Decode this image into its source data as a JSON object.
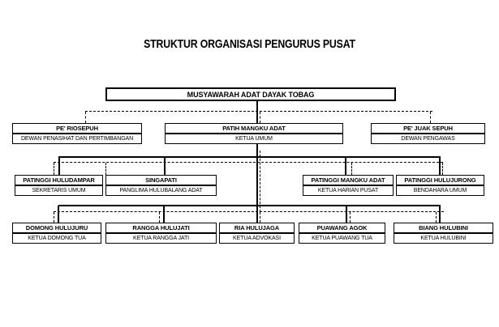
{
  "page_title": "STRUKTUR ORGANISASI PENGURUS PUSAT",
  "colors": {
    "background": "#ffffff",
    "line": "#000000",
    "text": "#000000"
  },
  "org": {
    "root": {
      "title": "MUSYAWARAH ADAT DAYAK TOBAG"
    },
    "level2": [
      {
        "title": "PE' RIOSEPUH",
        "subtitle": "DEWAN PENASIHAT DAN PERTIMBANGAN"
      },
      {
        "title": "PATIH MANGKU ADAT",
        "subtitle": "KETUA UMUM"
      },
      {
        "title": "PE' JUAK SEPUH",
        "subtitle": "DEWAN PENGAWAS"
      }
    ],
    "level3": [
      {
        "title": "PATINGGI HULUDAMPAR",
        "subtitle": "SEKRETARIS UMUM"
      },
      {
        "title": "SINGAPATI",
        "subtitle": "PANGLIMA HULUBALANG ADAT"
      },
      {
        "title": "PATINGGI MANGKU ADAT",
        "subtitle": "KETUA HARIAN PUSAT"
      },
      {
        "title": "PATINGGI HULUJURONG",
        "subtitle": "BENDAHARA UMUM"
      }
    ],
    "level4": [
      {
        "title": "DOMONG HULUJURU",
        "subtitle": "KETUA DOMONG TUA"
      },
      {
        "title": "RANGGA HULUJATI",
        "subtitle": "KETUA RANGGA JATI"
      },
      {
        "title": "RIA HULUJAGA",
        "subtitle": "KETUA ADVOKASI"
      },
      {
        "title": "PUAWANG AGOK",
        "subtitle": "KETUA PUAWANG TUA"
      },
      {
        "title": "BIANG HULUBINI",
        "subtitle": "KETUA HULUBINI"
      }
    ]
  }
}
